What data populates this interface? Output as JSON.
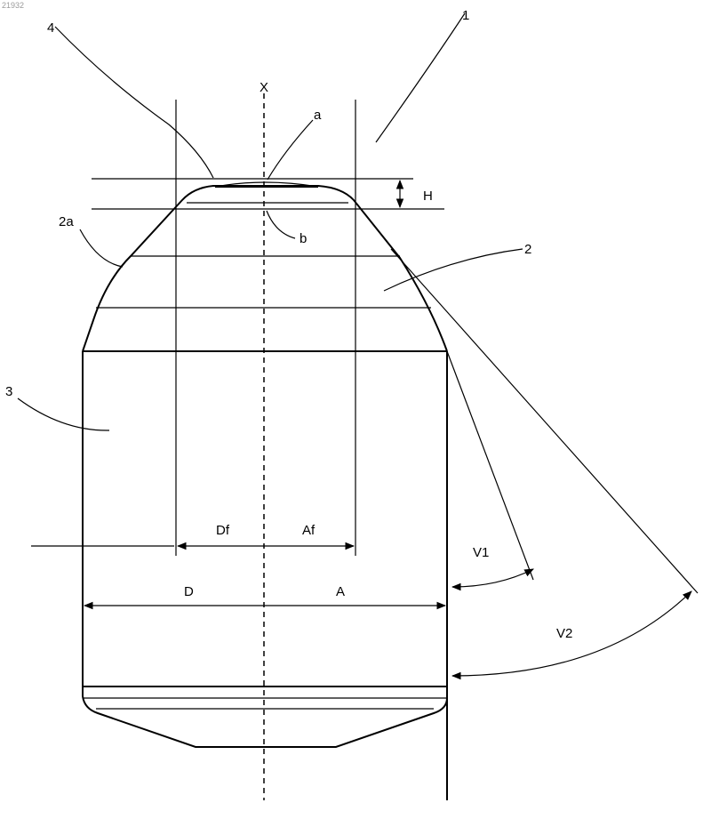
{
  "figure": {
    "corner_code": "21932",
    "labels": {
      "ref_1": "1",
      "ref_2": "2",
      "ref_2a": "2a",
      "ref_3": "3",
      "ref_4": "4",
      "point_a": "a",
      "point_b": "b",
      "axis_x": "X",
      "height_h": "H",
      "dim_df": "Df",
      "dim_af": "Af",
      "dim_d": "D",
      "dim_a": "A",
      "angle_v1": "V1",
      "angle_v2": "V2"
    }
  }
}
